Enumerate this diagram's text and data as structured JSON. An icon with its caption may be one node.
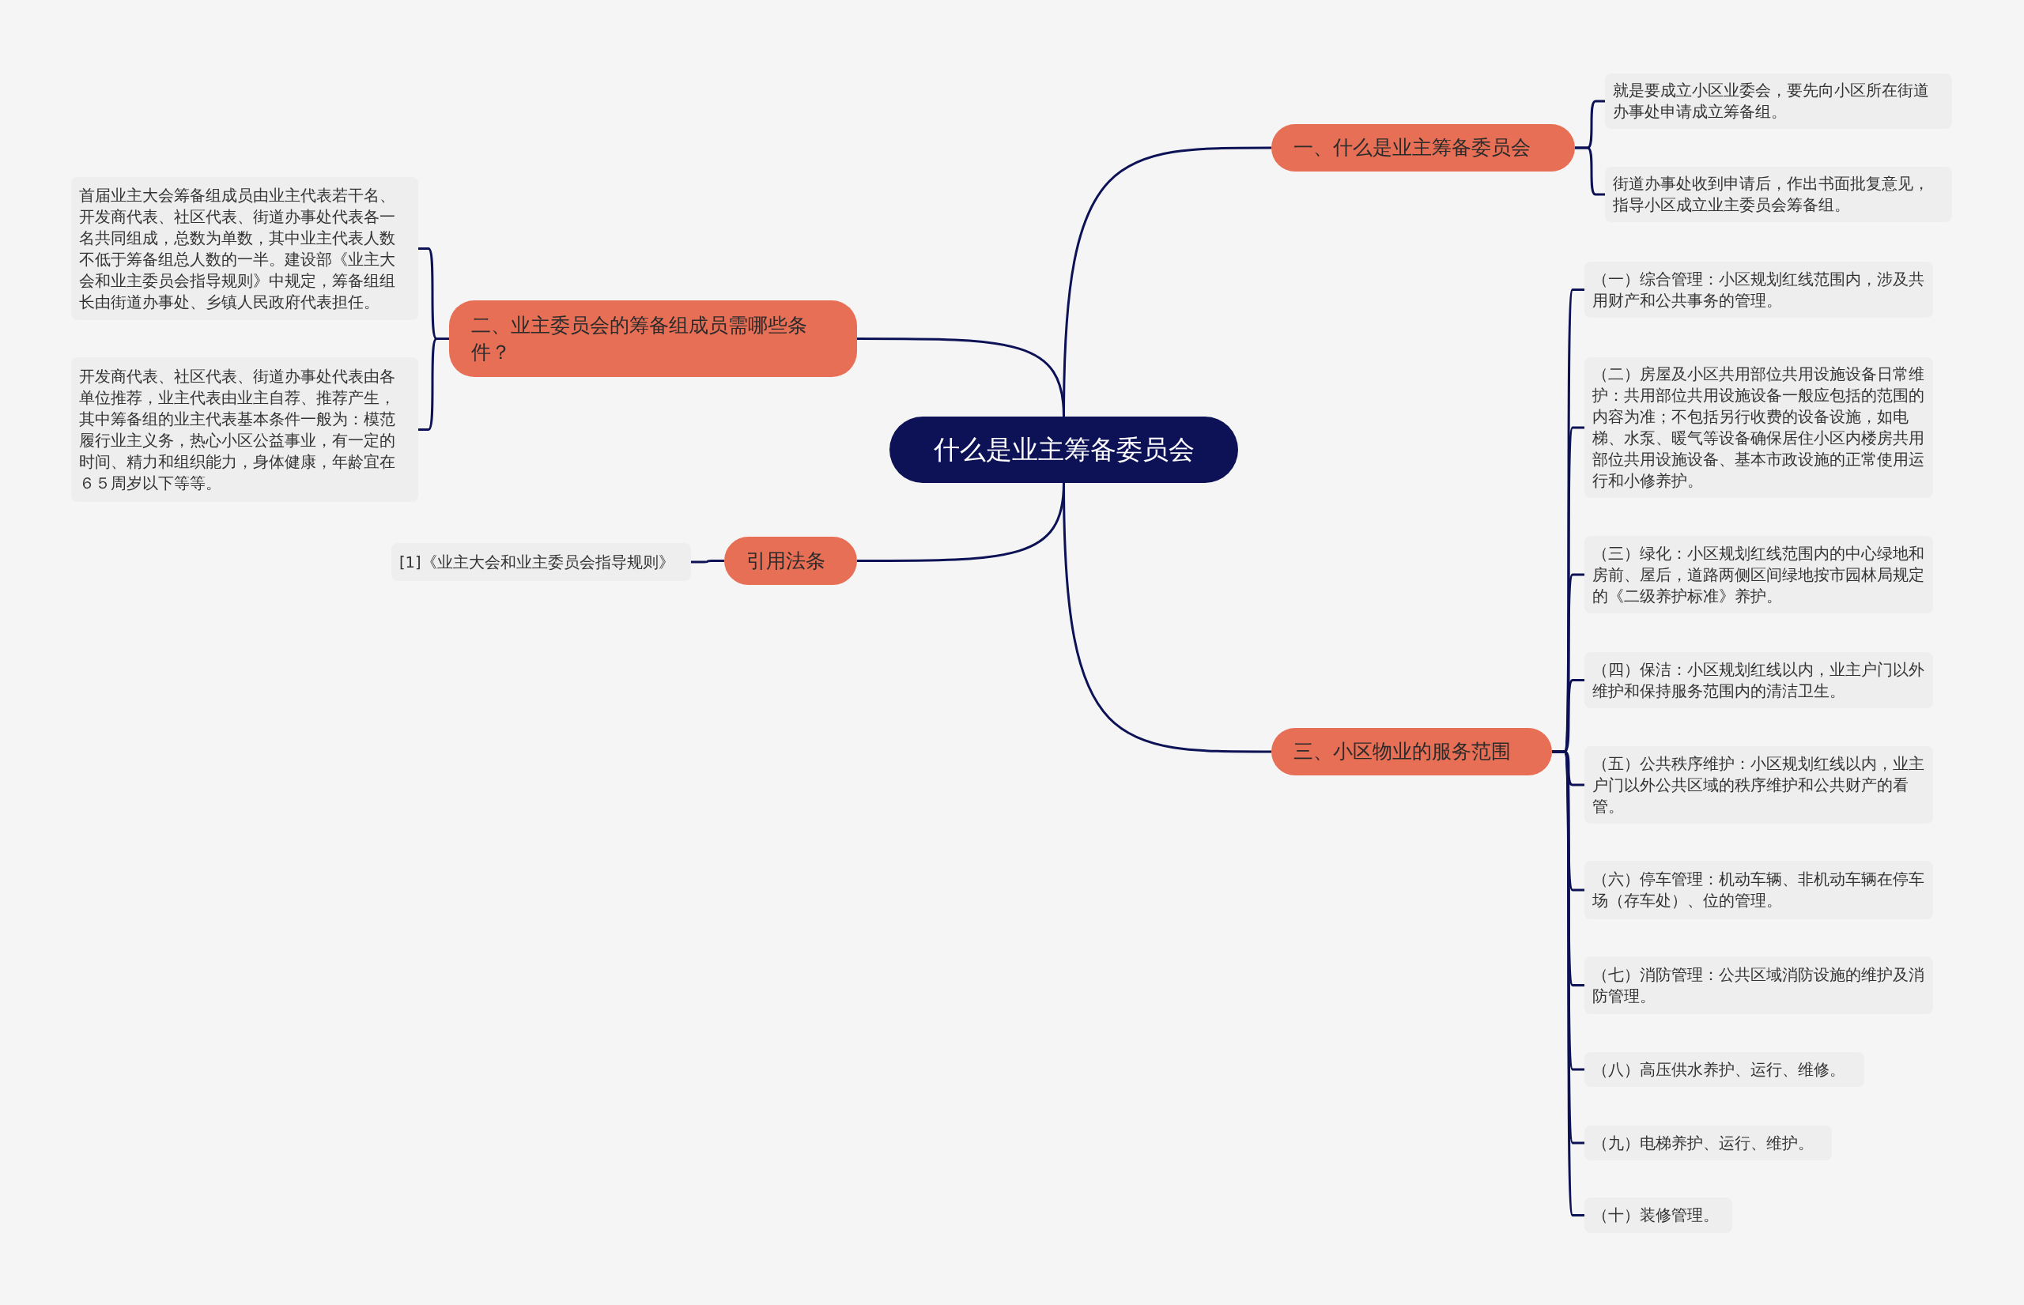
{
  "diagram": {
    "nodes": [
      {
        "text": [
          "什么是业主筹备委员会"
        ]
      },
      {
        "text": [
          "一、什么是业主筹备委员会"
        ]
      },
      {
        "text": [
          "就是要成立小区业委会，要先向小区所在街道办事处申请成立筹备组。"
        ]
      },
      {
        "text": [
          "街道办事处收到申请后，作出书面批复意见，指导小区成立业主委员会筹备组。"
        ]
      },
      {
        "text": [
          "二、业主委员会的筹备组成员需哪些条件？"
        ]
      },
      {
        "text": [
          "首届业主大会筹备组成员由业主代表若干名、开发商代表、社区代表、街道办事处代表各一名共同组成，总数为单数，其中业主代表人数不低于筹备组总人数的一半。建设部《业主大会和业主委员会指导规则》中规定，筹备组组长由街道办事处、乡镇人民政府代表担任。"
        ]
      },
      {
        "text": [
          "开发商代表、社区代表、街道办事处代表由各单位推荐，业主代表由业主自荐、推荐产生，其中筹备组的业主代表基本条件一般为：模范履行业主义务，热心小区公益事业，有一定的时间、精力和组织能力，身体健康，年龄宜在６５周岁以下等等。"
        ]
      },
      {
        "text": [
          "引用法条"
        ]
      },
      {
        "text": [
          "[1]《业主大会和业主委员会指导规则》"
        ]
      },
      {
        "text": [
          "三、小区物业的服务范围"
        ]
      },
      {
        "text": [
          "（一）综合管理：小区规划红线范围内，涉及共用财产和公共事务的管理。"
        ]
      },
      {
        "text": [
          "（二）房屋及小区共用部位共用设施设备日常维护：共用部位共用设施设备一般应包括的范围的内容为准；不包括另行收费的设备设施，如电梯、水泵、暖气等设备确保居住小区内楼房共用部位共用设施设备、基本市政设施的正常使用运行和小修养护。"
        ]
      },
      {
        "text": [
          "（三）绿化：小区规划红线范围内的中心绿地和房前、屋后，道路两侧区间绿地按市园林局规定的《二级养护标准》养护。"
        ]
      },
      {
        "text": [
          "（四）保洁：小区规划红线以内，业主户门以外维护和保持服务范围内的清洁卫生。"
        ]
      },
      {
        "text": [
          "（五）公共秩序维护：小区规划红线以内，业主户门以外公共区域的秩序维护和公共财产的看管。"
        ]
      },
      {
        "text": [
          "（六）停车管理：机动车辆、非机动车辆在停车场（存车处）、位的管理。"
        ]
      },
      {
        "text": [
          "（七）消防管理：公共区域消防设施的维护及消防管理。"
        ]
      },
      {
        "text": [
          "（八）高压供水养护、运行、维修。"
        ]
      },
      {
        "text": [
          "（九）电梯养护、运行、维护。"
        ]
      },
      {
        "text": [
          "（十）装修管理。"
        ]
      }
    ],
    "edges": [
      {
        "from": 0,
        "to": 1,
        "arrow": "none"
      },
      {
        "from": 1,
        "to": 2,
        "arrow": "none"
      },
      {
        "from": 1,
        "to": 3,
        "arrow": "none"
      },
      {
        "from": 0,
        "to": 4,
        "arrow": "none"
      },
      {
        "from": 4,
        "to": 5,
        "arrow": "none"
      },
      {
        "from": 4,
        "to": 6,
        "arrow": "none"
      },
      {
        "from": 0,
        "to": 7,
        "arrow": "none"
      },
      {
        "from": 7,
        "to": 8,
        "arrow": "none"
      },
      {
        "from": 0,
        "to": 9,
        "arrow": "none"
      },
      {
        "from": 9,
        "to": 10,
        "arrow": "none"
      },
      {
        "from": 9,
        "to": 11,
        "arrow": "none"
      },
      {
        "from": 9,
        "to": 12,
        "arrow": "none"
      },
      {
        "from": 9,
        "to": 13,
        "arrow": "none"
      },
      {
        "from": 9,
        "to": 14,
        "arrow": "none"
      },
      {
        "from": 9,
        "to": 15,
        "arrow": "none"
      },
      {
        "from": 9,
        "to": 16,
        "arrow": "none"
      },
      {
        "from": 9,
        "to": 17,
        "arrow": "none"
      },
      {
        "from": 9,
        "to": 18,
        "arrow": "none"
      },
      {
        "from": 9,
        "to": 19,
        "arrow": "none"
      }
    ]
  }
}
